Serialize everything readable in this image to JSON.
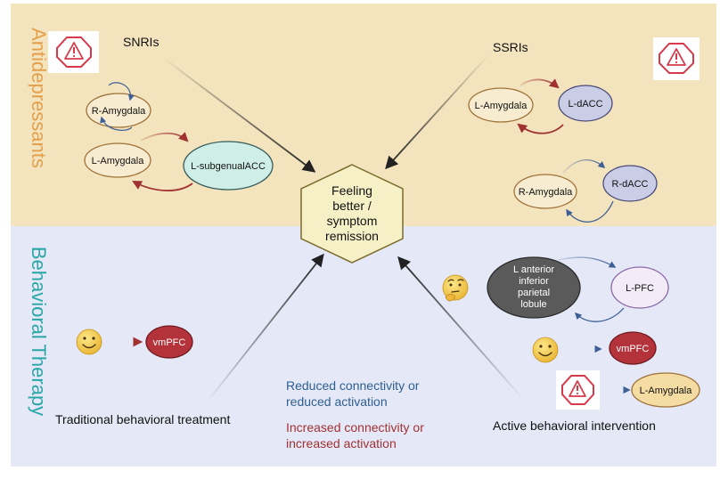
{
  "sections": {
    "top_label": "Antidepressants",
    "bottom_label": "Behavioral Therapy"
  },
  "center": {
    "line1": "Feeling",
    "line2": "better /",
    "line3": "symptom",
    "line4": "remission"
  },
  "sources": {
    "snris": "SNRIs",
    "ssris": "SSRIs",
    "traditional": "Traditional behavioral treatment",
    "active": "Active  behavioral intervention"
  },
  "nodes": {
    "snri_r_amygdala": "R-Amygdala",
    "snri_l_amygdala": "L-Amygdala",
    "snri_l_subgenual": "L-subgenualACC",
    "ssri_l_amygdala": "L-Amygdala",
    "ssri_l_dacc": "L-dACC",
    "ssri_r_amygdala": "R-Amygdala",
    "ssri_r_dacc": "R-dACC",
    "trad_vmpfc": "vmPFC",
    "act_parietal_1": "L anterior",
    "act_parietal_2": "inferior",
    "act_parietal_3": "parietal",
    "act_parietal_4": "lobule",
    "act_lpfc": "L-PFC",
    "act_vmpfc": "vmPFC",
    "act_l_amygdala": "L-Amygdala"
  },
  "legend": {
    "reduced_1": "Reduced connectivity or",
    "reduced_2": "reduced activation",
    "increased_1": "Increased connectivity or",
    "increased_2": "increased activation"
  },
  "icons": [
    "warning-icon",
    "smiley-icon",
    "thinking-face-icon"
  ],
  "colors": {
    "top_bg": "#f3e4bd",
    "bottom_bg": "#e4e8f7",
    "top_label": "#e4a04c",
    "bottom_label": "#2aa6a6",
    "reduced": "#2f5f8f",
    "increased": "#a23232",
    "center_fill": "#f6f0c6",
    "center_stroke": "#7a6a2a"
  }
}
